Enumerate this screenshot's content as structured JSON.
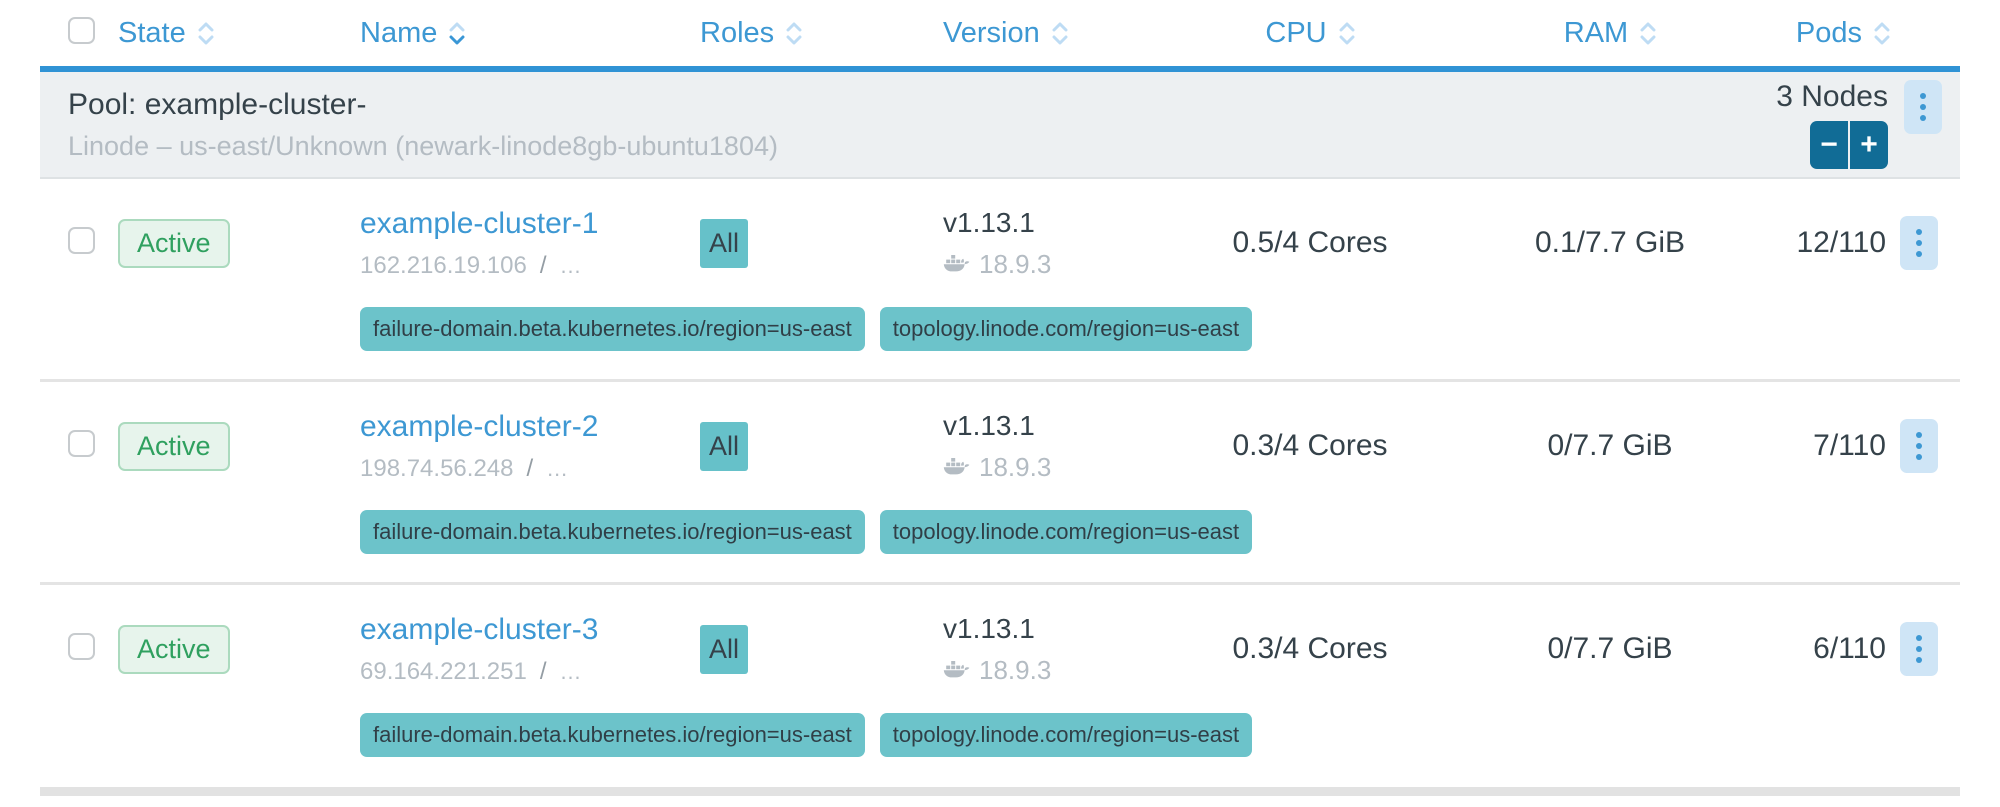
{
  "colors": {
    "accent_blue": "#3d98d3",
    "header_underline": "#3093d5",
    "sort_inactive": "#bedcf4",
    "pool_bg": "#edf0f2",
    "active_text": "#2fa05f",
    "active_bg": "#e7f4ec",
    "active_border": "#abdabe",
    "teal_badge_bg": "#66c1c9",
    "scale_button_bg": "#116c96",
    "kebab_bg": "#cfe5f6",
    "muted_text": "#b4bcc3",
    "dark_text": "#35424a"
  },
  "table": {
    "select_all_checked": false,
    "columns": [
      {
        "id": "state",
        "label": "State",
        "sort": null
      },
      {
        "id": "name",
        "label": "Name",
        "sort": "desc"
      },
      {
        "id": "roles",
        "label": "Roles",
        "sort": null
      },
      {
        "id": "version",
        "label": "Version",
        "sort": null
      },
      {
        "id": "cpu",
        "label": "CPU",
        "sort": null
      },
      {
        "id": "ram",
        "label": "RAM",
        "sort": null
      },
      {
        "id": "pods",
        "label": "Pods",
        "sort": null
      }
    ],
    "pool": {
      "title": "Pool: example-cluster-",
      "subtitle": "Linode – us-east/Unknown (newark-linode8gb-ubuntu1804)",
      "node_count": "3 Nodes",
      "scale_down": "−",
      "scale_up": "+"
    },
    "rows": [
      {
        "checked": false,
        "state": "Active",
        "name": "example-cluster-1",
        "ip": "162.216.19.106",
        "ip_sep": "/",
        "ip_more": "…",
        "roles": "All",
        "version": "v1.13.1",
        "docker_version": "18.9.3",
        "cpu": "0.5/4 Cores",
        "ram": "0.1/7.7 GiB",
        "pods": "12/110",
        "labels": [
          "failure-domain.beta.kubernetes.io/region=us-east",
          "topology.linode.com/region=us-east"
        ]
      },
      {
        "checked": false,
        "state": "Active",
        "name": "example-cluster-2",
        "ip": "198.74.56.248",
        "ip_sep": "/",
        "ip_more": "…",
        "roles": "All",
        "version": "v1.13.1",
        "docker_version": "18.9.3",
        "cpu": "0.3/4 Cores",
        "ram": "0/7.7 GiB",
        "pods": "7/110",
        "labels": [
          "failure-domain.beta.kubernetes.io/region=us-east",
          "topology.linode.com/region=us-east"
        ]
      },
      {
        "checked": false,
        "state": "Active",
        "name": "example-cluster-3",
        "ip": "69.164.221.251",
        "ip_sep": "/",
        "ip_more": "…",
        "roles": "All",
        "version": "v1.13.1",
        "docker_version": "18.9.3",
        "cpu": "0.3/4 Cores",
        "ram": "0/7.7 GiB",
        "pods": "6/110",
        "labels": [
          "failure-domain.beta.kubernetes.io/region=us-east",
          "topology.linode.com/region=us-east"
        ]
      }
    ]
  }
}
